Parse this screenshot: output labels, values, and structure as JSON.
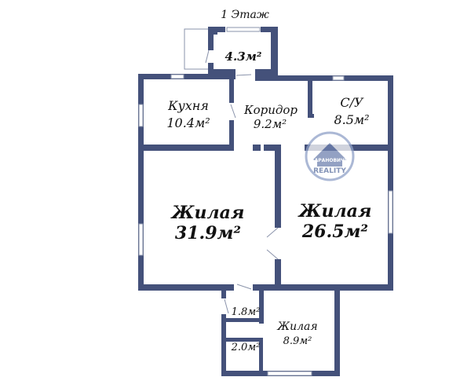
{
  "title": "1 Этаж",
  "colors": {
    "wall": "#44517a",
    "window_edge": "#8a93ab",
    "text": "#111111",
    "watermark": "#5a6fa0"
  },
  "rooms": {
    "vestibule": {
      "area": "4.3м²"
    },
    "kitchen": {
      "name": "Кухня",
      "area": "10.4м²"
    },
    "corridor": {
      "name": "Коридор",
      "area": "9.2м²"
    },
    "bathroom": {
      "name": "С/У",
      "area": "8.5м²"
    },
    "living_large": {
      "name": "Жилая",
      "area": "31.9м²"
    },
    "living_right": {
      "name": "Жилая",
      "area": "26.5м²"
    },
    "hall_small": {
      "area": "1.8м²"
    },
    "closet": {
      "area": "2.0м²"
    },
    "living_small": {
      "name": "Жилая",
      "area": "8.9м²"
    }
  },
  "watermark": {
    "icon": "house-logo-icon",
    "caption": "БАРАНОВИЧИ",
    "brand": "REALITY"
  }
}
